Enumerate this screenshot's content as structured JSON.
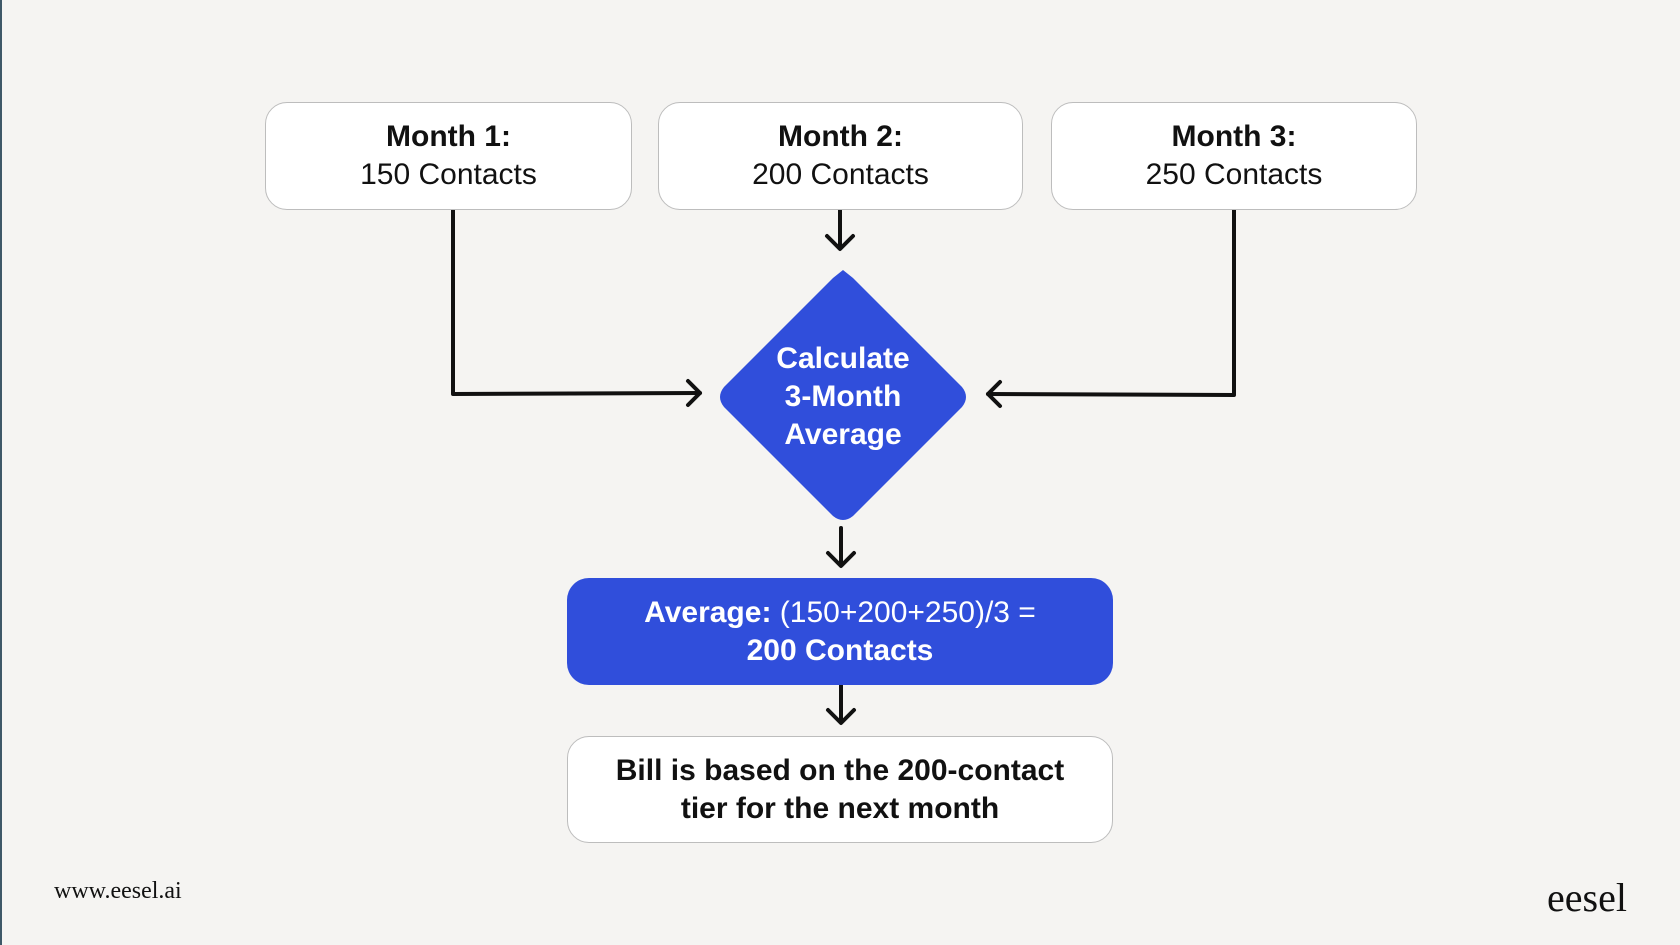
{
  "diagram": {
    "months": [
      {
        "title": "Month 1:",
        "value": "150 Contacts"
      },
      {
        "title": "Month 2:",
        "value": "200 Contacts"
      },
      {
        "title": "Month 3:",
        "value": "250 Contacts"
      }
    ],
    "decision": {
      "lines": [
        "Calculate",
        "3-Month",
        "Average"
      ]
    },
    "average": {
      "label": "Average:",
      "formula": " (150+200+250)/3 =",
      "result": "200 Contacts"
    },
    "bill": {
      "line1": "Bill is based on the 200-contact",
      "line2": "tier for the next month"
    }
  },
  "colors": {
    "accent_blue": "#304EDB",
    "background": "#F5F4F2",
    "box_fill": "#FFFFFF",
    "box_border": "#BDBDBD",
    "arrow": "#111111"
  },
  "footer": {
    "url": "www.eesel.ai",
    "logo": "eesel"
  }
}
